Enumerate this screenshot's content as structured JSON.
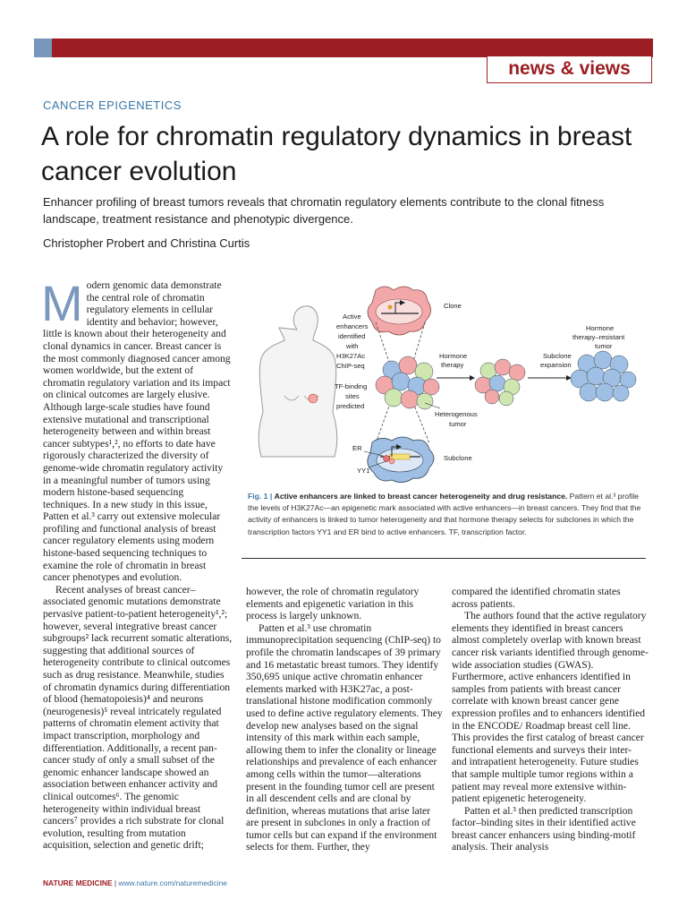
{
  "header": {
    "section_label": "news & views"
  },
  "kicker": "CANCER EPIGENETICS",
  "title": "A role for chromatin regulatory dynamics in breast cancer evolution",
  "standfirst": "Enhancer profiling of breast tumors reveals that chromatin regulatory elements contribute to the clonal fitness landscape, treatment resistance and phenotypic divergence.",
  "authors": "Christopher Probert and Christina Curtis",
  "body": {
    "dropcap": "M",
    "col1_p1": "odern genomic data demonstrate the central role of chromatin regulatory elements in cellular identity and behavior; however, little is known about their heterogeneity and clonal dynamics in cancer. Breast cancer is the most commonly diagnosed cancer among women worldwide, but the extent of chromatin regulatory variation and its impact on clinical outcomes are largely elusive. Although large-scale studies have found extensive mutational and transcriptional heterogeneity between and within breast cancer subtypes¹,², no efforts to date have rigorously characterized the diversity of genome-wide chromatin regulatory activity in a meaningful number of tumors using modern histone-based sequencing techniques. In a new study in this issue, Patten et al.³ carry out extensive molecular profiling and functional analysis of breast cancer regulatory elements using modern histone-based sequencing techniques to examine the role of chromatin in breast cancer phenotypes and evolution.",
    "col1_p2": "Recent analyses of breast cancer–associated genomic mutations demonstrate pervasive patient-to-patient heterogeneity¹,²; however, several integrative breast cancer subgroups² lack recurrent somatic alterations, suggesting that additional sources of heterogeneity contribute to clinical outcomes such as drug resistance. Meanwhile, studies of chromatin dynamics during differentiation of blood (hematopoiesis)⁴ and neurons (neurogenesis)⁵ reveal intricately regulated patterns of chromatin element activity that impact transcription, morphology and differentiation. Additionally, a recent pan-cancer study of only a small subset of the genomic enhancer landscape showed an association between enhancer activity and clinical outcomes⁶. The genomic heterogeneity within individual breast cancers⁷ provides a rich substrate for clonal evolution, resulting from mutation acquisition, selection and genetic drift;",
    "col2_p1": "however, the role of chromatin regulatory elements and epigenetic variation in this process is largely unknown.",
    "col2_p2": "Patten et al.³ use chromatin immunoprecipitation sequencing (ChIP-seq) to profile the chromatin landscapes of 39 primary and 16 metastatic breast tumors. They identify 350,695 unique active chromatin enhancer elements marked with H3K27ac, a post-translational histone modification commonly used to define active regulatory elements. They develop new analyses based on the signal intensity of this mark within each sample, allowing them to infer the clonality or lineage relationships and prevalence of each enhancer among cells within the tumor—alterations present in the founding tumor cell are present in all descendent cells and are clonal by definition, whereas mutations that arise later are present in subclones in only a fraction of tumor cells but can expand if the environment selects for them. Further, they",
    "col3_p1": "compared the identified chromatin states across patients.",
    "col3_p2": "The authors found that the active regulatory elements they identified in breast cancers almost completely overlap with known breast cancer risk variants identified through genome-wide association studies (GWAS). Furthermore, active enhancers identified in samples from patients with breast cancer correlate with known breast cancer gene expression profiles and to enhancers identified in the ENCODE/ Roadmap breast cell line. This provides the first catalog of breast cancer functional elements and surveys their inter- and intrapatient heterogeneity. Future studies that sample multiple tumor regions within a patient may reveal more extensive within-patient epigenetic heterogeneity.",
    "col3_p3": "Patten et al.³ then predicted transcription factor–binding sites in their identified active breast cancer enhancers using binding-motif analysis. Their analysis"
  },
  "figure": {
    "labels": {
      "clone": "Clone",
      "active1": "Active",
      "active2": "enhancers",
      "active3": "identified",
      "active4": "with",
      "active5": "H3K27Ac",
      "active6": "ChIP-seq",
      "tf1": "TF-binding",
      "tf2": "sites",
      "tf3": "predicted",
      "hormone1": "Hormone",
      "hormone2": "therapy",
      "hetero1": "Heterogenous",
      "hetero2": "tumor",
      "subexp1": "Subclone",
      "subexp2": "expansion",
      "resist1": "Hormone",
      "resist2": "therapy–resistant",
      "resist3": "tumor",
      "er": "ER",
      "yy1": "YY1",
      "subclone": "Subclone"
    },
    "colors": {
      "pink": "#f2a8a8",
      "blue": "#9fc0e4",
      "green": "#cfe6b0",
      "red_accent": "#c0392b"
    }
  },
  "caption": {
    "number": "Fig. 1 |",
    "title": "Active enhancers are linked to breast cancer heterogeneity and drug resistance.",
    "text": "Pattern et al.³ profile the levels of H3K27Ac—an epigenetic mark associated with active enhancers—in breast cancers. They find that the activity of enhancers is linked to tumor heterogeneity and that hormone therapy selects for subclones in which the transcription factors YY1 and ER bind to active enhancers. TF, transcription factor."
  },
  "footer": {
    "journal": "NATURE MEDICINE",
    "separator": " | ",
    "url": "www.nature.com/naturemedicine"
  }
}
